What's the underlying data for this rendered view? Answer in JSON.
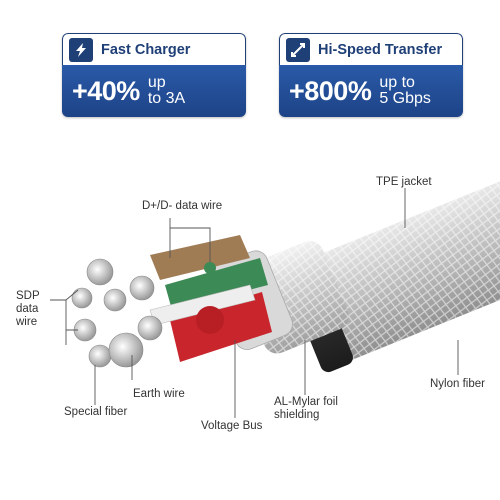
{
  "badges": {
    "fast_charger": {
      "icon": "lightning-icon",
      "title": "Fast Charger",
      "value": "+40%",
      "detail_line1": "up",
      "detail_line2": "to 3A"
    },
    "hi_speed": {
      "icon": "lightning-icon",
      "title": "Hi-Speed Transfer",
      "value": "+800%",
      "detail_line1": "up to",
      "detail_line2": "5 Gbps"
    }
  },
  "labels": {
    "data_wire": "D+/D- data wire",
    "tpe_jacket": "TPE jacket",
    "sdp_line1": "SDP",
    "sdp_line2": "data",
    "sdp_line3": "wire",
    "earth_wire": "Earth wire",
    "special_fiber": "Special fiber",
    "voltage_bus": "Voltage Bus",
    "mylar_line1": "AL-Mylar foil",
    "mylar_line2": "shielding",
    "nylon_fiber": "Nylon fiber"
  },
  "colors": {
    "badge_blue": "#1f3f77",
    "badge_gradient": "#2a5aa8",
    "voltage_bus_red": "#c8262c",
    "data_wire_green": "#3c8a55",
    "data_wire_tan": "#a07c55",
    "jacket_dark": "#3a3a3a"
  }
}
